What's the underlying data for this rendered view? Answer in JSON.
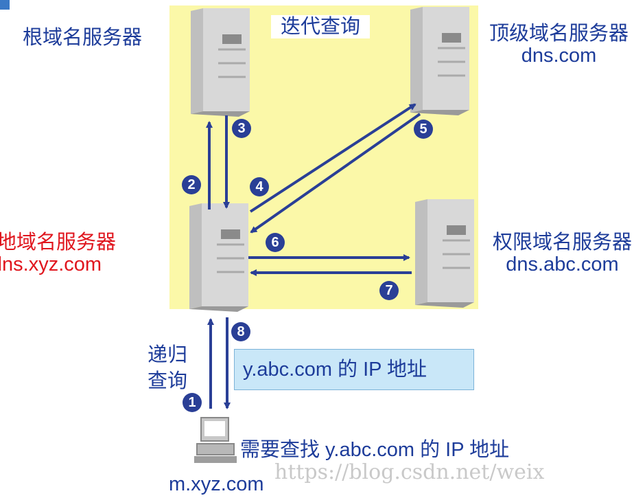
{
  "title": "迭代查询",
  "nodes": {
    "root": {
      "name": "根域名服务器"
    },
    "tld": {
      "name": "顶级域名服务器",
      "host": "dns.com"
    },
    "local": {
      "name": "本地域名服务器",
      "host": "dns.xyz.com"
    },
    "auth": {
      "name": "权限域名服务器",
      "host": "dns.abc.com"
    },
    "client": {
      "host": "m.xyz.com",
      "query": "需要查找 y.abc.com 的 IP 地址"
    }
  },
  "recursive_label": [
    "递归",
    "查询"
  ],
  "answer_box": "y.abc.com 的 IP 地址",
  "steps": [
    "1",
    "2",
    "3",
    "4",
    "5",
    "6",
    "7",
    "8"
  ],
  "watermark": "https://blog.csdn.net/weix",
  "colors": {
    "arrow": "#2a3f96",
    "highlight": "#fbf8a8",
    "node_text": "#1d3c9a",
    "local_text": "#e0161e"
  }
}
